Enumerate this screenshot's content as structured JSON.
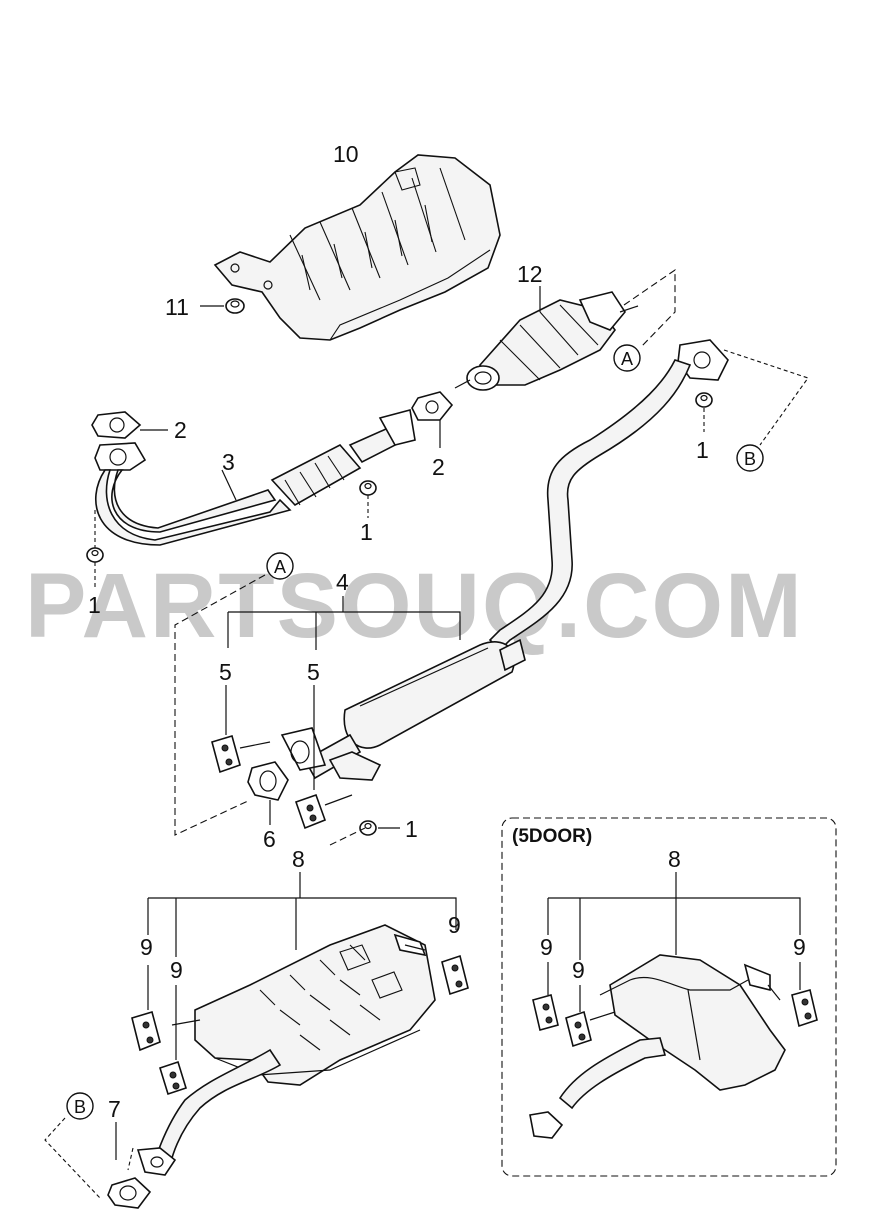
{
  "watermark": "PARTSOUQ.COM",
  "inset_header": "(5DOOR)",
  "callouts": {
    "c1a": "1",
    "c1b": "1",
    "c1c": "1",
    "c1d": "1",
    "c2a": "2",
    "c2b": "2",
    "c3": "3",
    "c4": "4",
    "c5a": "5",
    "c5b": "5",
    "c6": "6",
    "c7": "7",
    "c8a": "8",
    "c8b": "8",
    "c9a": "9",
    "c9b": "9",
    "c9c": "9",
    "c9d": "9",
    "c9e": "9",
    "c9f": "9",
    "c10": "10",
    "c11": "11",
    "c12": "12"
  },
  "circle_refs": {
    "a1": "A",
    "a2": "A",
    "b1": "B",
    "b2": "B"
  }
}
